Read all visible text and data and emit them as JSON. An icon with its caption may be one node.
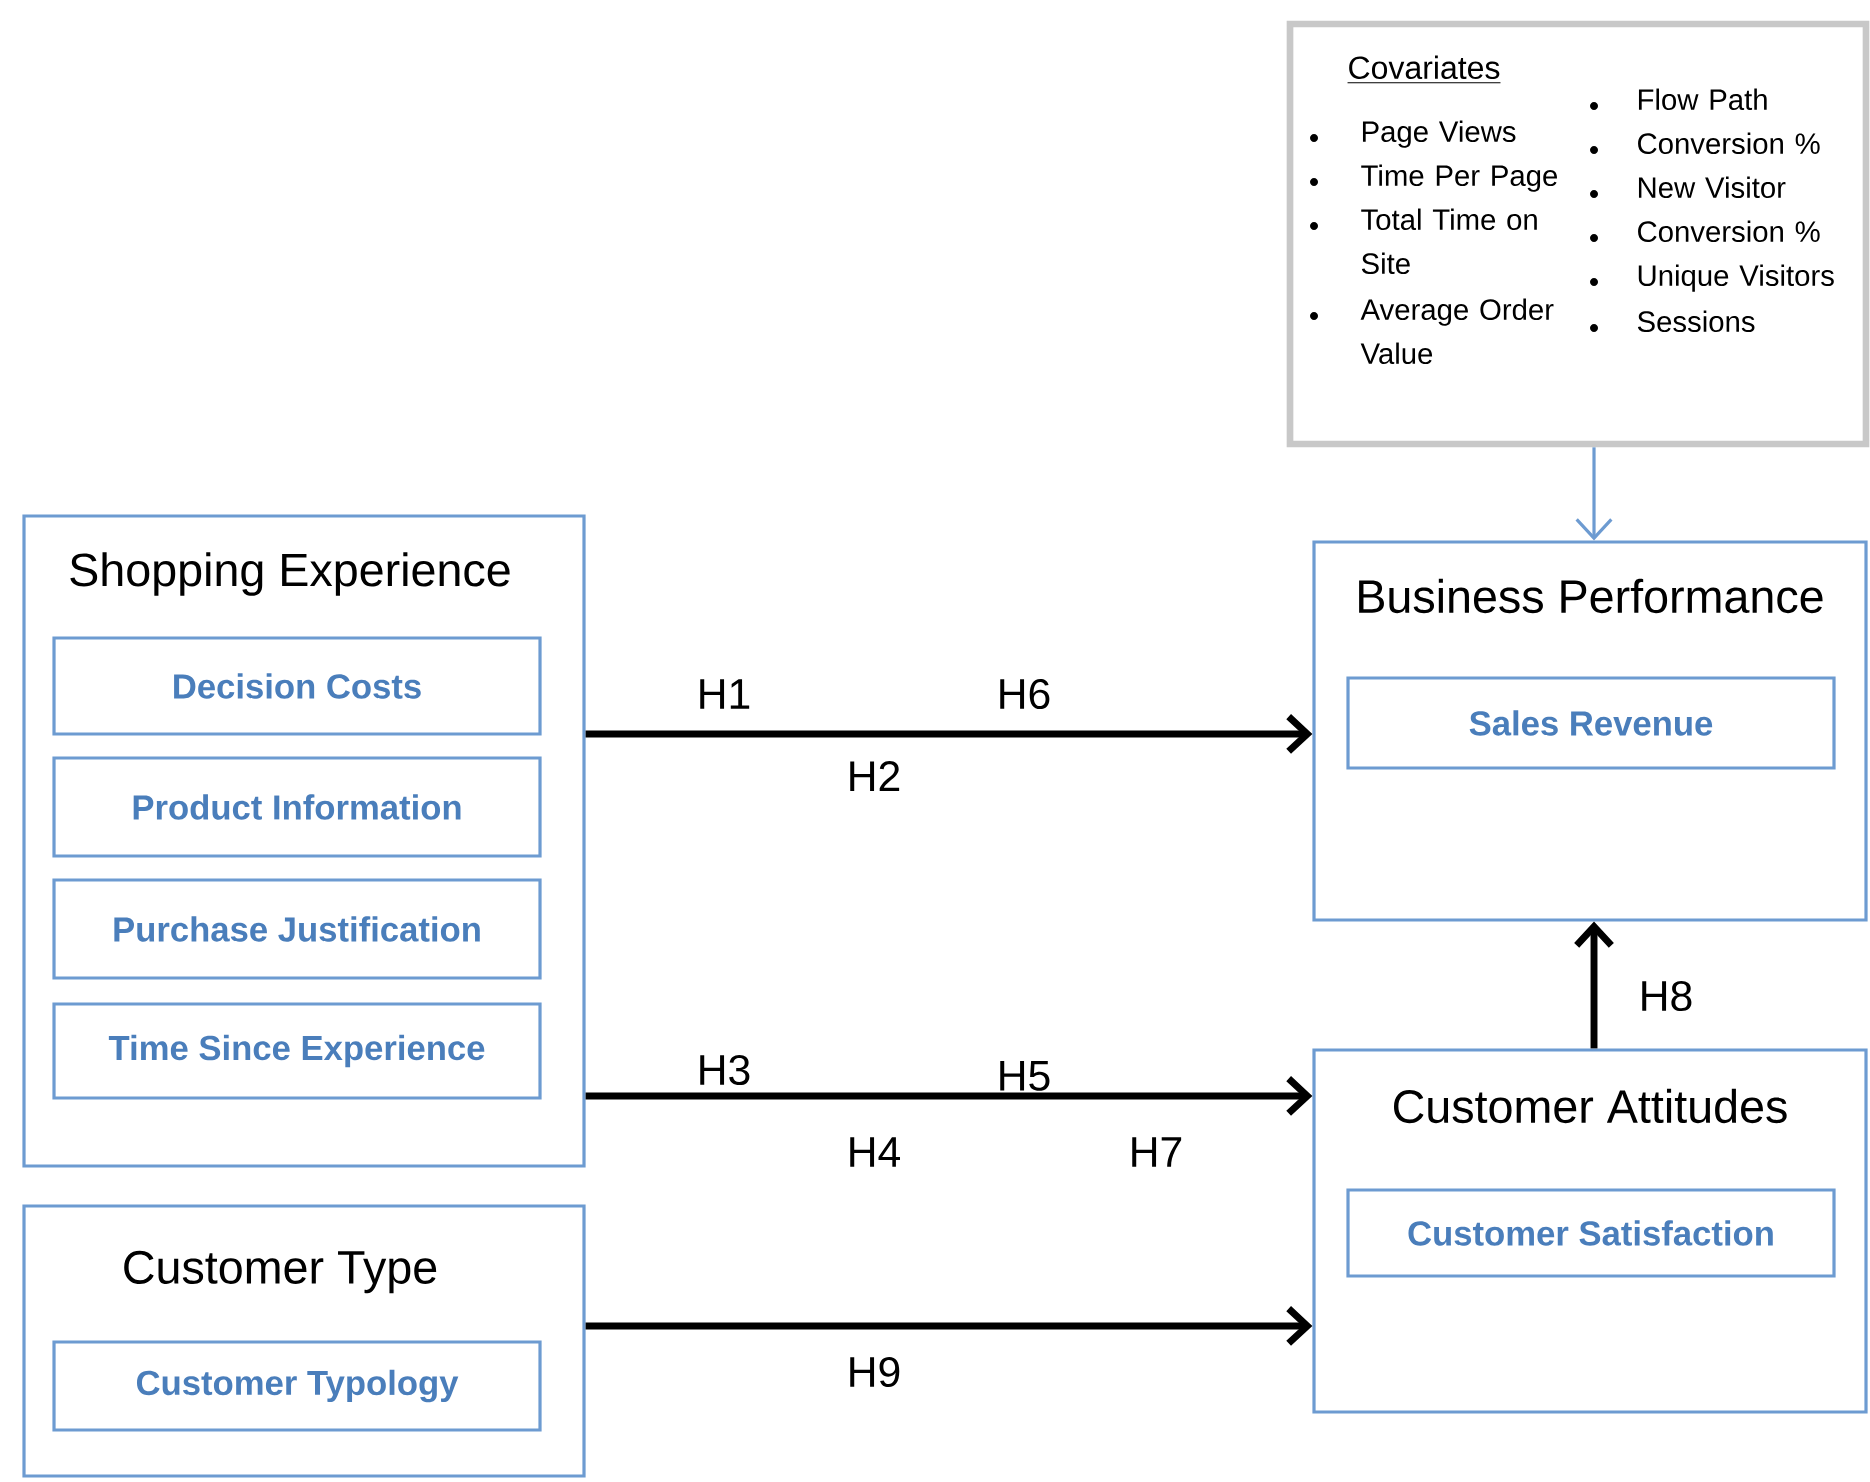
{
  "diagram": {
    "nodes": [
      {
        "text": [
          "Covariates",
          "Page Views",
          "Time Per Page",
          "Total Time on Site",
          "Average Order Value",
          "Flow Path",
          "Conversion %",
          "New Visitor",
          "Conversion %",
          "Unique Visitors",
          "Sessions"
        ]
      },
      {
        "text": [
          "Shopping Experience"
        ]
      },
      {
        "text": [
          "Decision Costs"
        ],
        "in": 1
      },
      {
        "text": [
          "Product Information"
        ],
        "in": 1
      },
      {
        "text": [
          "Purchase Justification"
        ],
        "in": 1
      },
      {
        "text": [
          "Time Since Experience"
        ],
        "in": 1
      },
      {
        "text": [
          "Customer Type"
        ]
      },
      {
        "text": [
          "Customer Typology"
        ],
        "in": 6
      },
      {
        "text": [
          "Business Performance"
        ]
      },
      {
        "text": [
          "Sales Revenue"
        ],
        "in": 8
      },
      {
        "text": [
          "Customer Attitudes"
        ]
      },
      {
        "text": [
          "Customer Satisfaction"
        ],
        "in": 10
      }
    ],
    "edges": [
      {
        "from": 0,
        "to": 8,
        "arrow": "to",
        "color": "#6d9bd1"
      },
      {
        "from": 1,
        "to": 8,
        "arrow": "to"
      },
      {
        "from": 1,
        "to": 10,
        "arrow": "to"
      },
      {
        "from": 6,
        "to": 10,
        "arrow": "to"
      },
      {
        "from": 10,
        "to": 8,
        "arrow": "to"
      }
    ],
    "labels": [
      "H1",
      "H6",
      "H2",
      "H8",
      "H3",
      "H5",
      "H4",
      "H7",
      "H9"
    ]
  }
}
